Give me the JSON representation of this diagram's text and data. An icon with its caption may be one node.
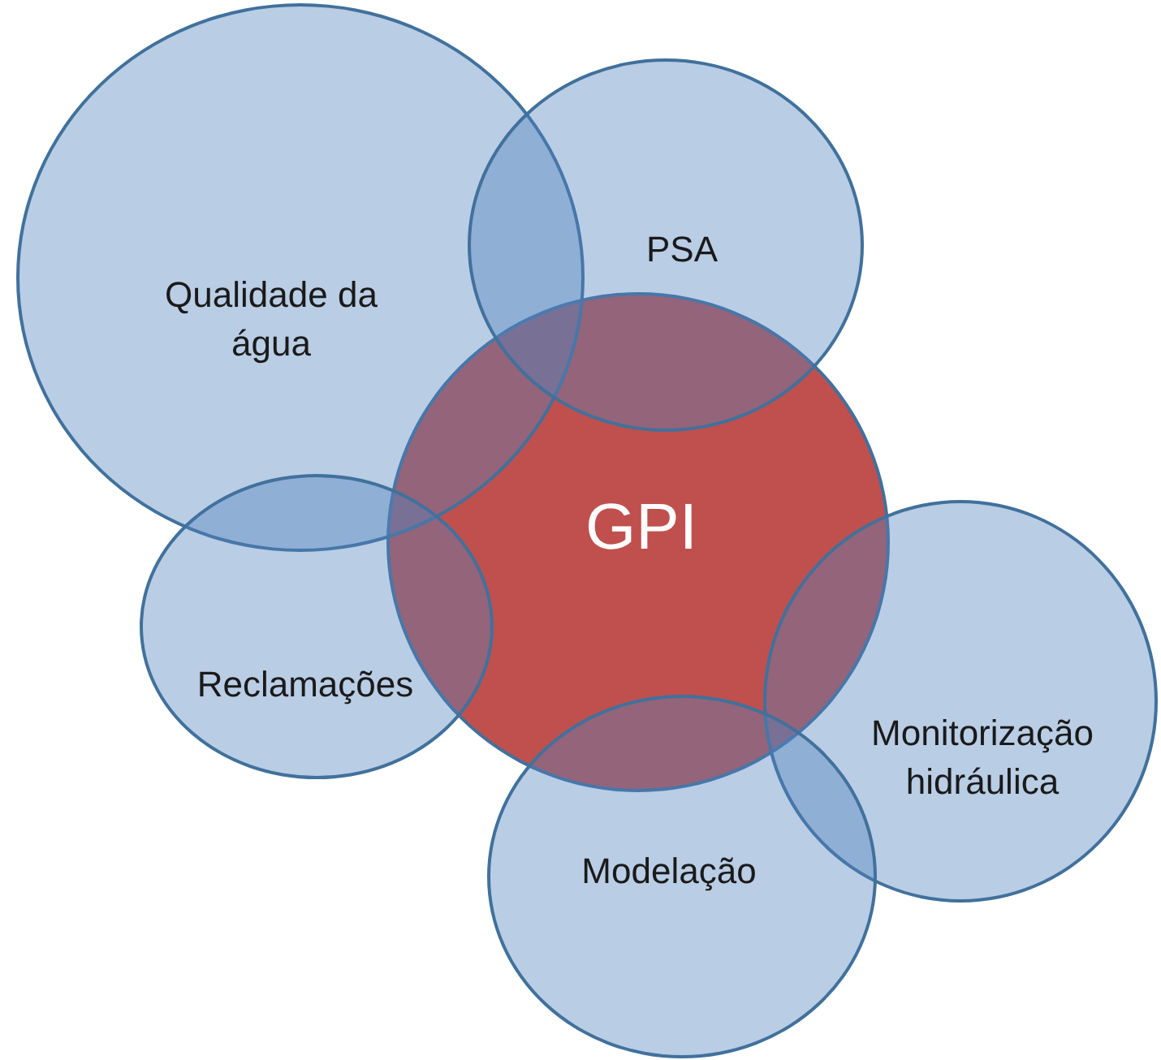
{
  "diagram": {
    "nodes": [
      {
        "text": [
          "Qualidade da água"
        ]
      },
      {
        "text": [
          "PSA"
        ]
      },
      {
        "text": [
          "GPI"
        ]
      },
      {
        "text": [
          "Reclamações"
        ]
      },
      {
        "text": [
          "Monitorização hidráulica"
        ]
      },
      {
        "text": [
          "Modelação"
        ]
      }
    ]
  }
}
